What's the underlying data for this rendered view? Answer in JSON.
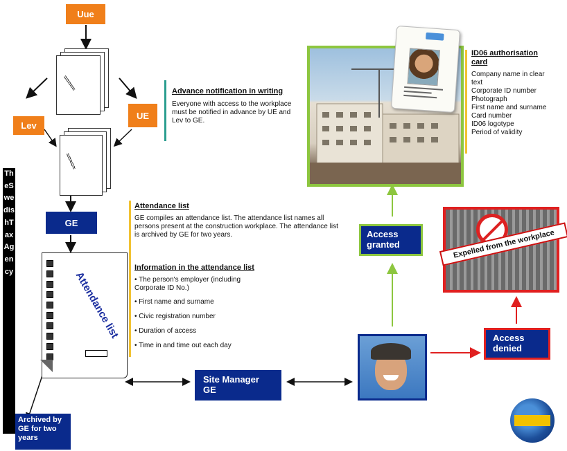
{
  "roles": {
    "uue": "Uue",
    "lev": "Lev",
    "ue": "UE",
    "ge": "GE"
  },
  "advance": {
    "heading": "Advance notification in writing",
    "text": "Everyone with access to the workplace must be notified in advance by UE and Lev to GE."
  },
  "attendance": {
    "heading": "Attendance list",
    "text": "GE compiles an attendance list. The attendance list names all persons present at the construction workplace. The attendance list is archived by GE for two years."
  },
  "information": {
    "heading": "Information in the attendance list",
    "items": [
      "• The person's employer (including Corporate ID No.)",
      "• First name and surname",
      "• Civic registration number",
      "• Duration of access",
      "• Time in and time out each day"
    ]
  },
  "id06": {
    "heading": "ID06 authorisation card",
    "items": [
      "Company name in clear text",
      "Corporate ID number",
      "Photograph",
      "First name and surname",
      "Card number",
      "ID06 logotype",
      "Period of validity"
    ]
  },
  "attendance_doc_title": "Attendance list",
  "tax_agency": "TheSwedishTaxAgency",
  "archived": "Archived by GE for two years",
  "site_manager": "Site Manager GE",
  "access_granted": "Access granted",
  "access_denied": "Access denied",
  "expelled": "Expelled from the workplace",
  "colors": {
    "orange": "#f07f1a",
    "navy": "#0a2a8c",
    "green": "#8dc63f",
    "red": "#e02020",
    "teal": "#2a9d8f",
    "yellow": "#f1c232"
  }
}
